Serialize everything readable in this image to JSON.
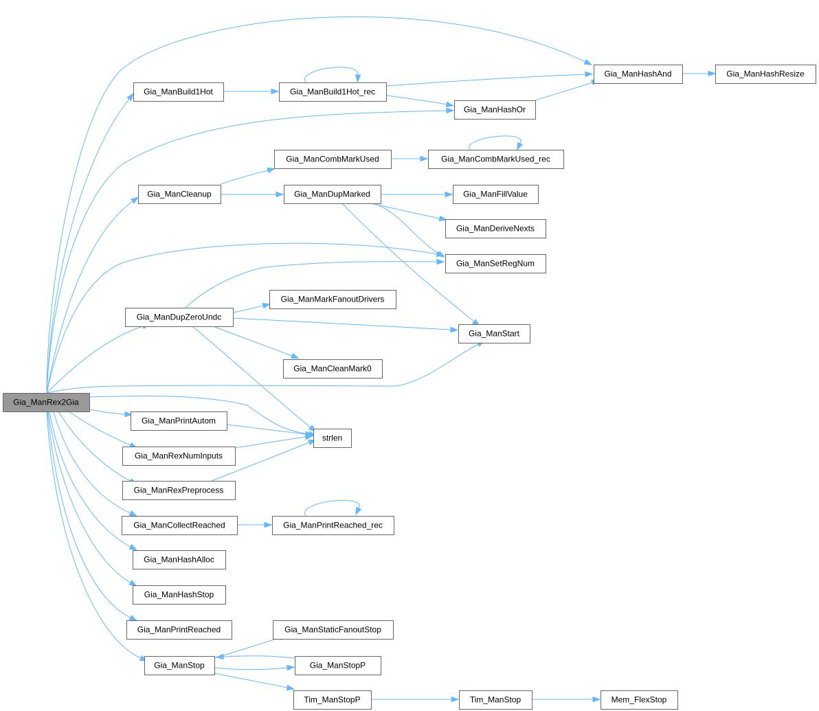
{
  "graph": {
    "accent_color": "#63b8ff",
    "root_fill": "#999999",
    "nodes": {
      "root": "Gia_ManRex2Gia",
      "build1hot": "Gia_ManBuild1Hot",
      "build1hot_rec": "Gia_ManBuild1Hot_rec",
      "hashand": "Gia_ManHashAnd",
      "hashresize": "Gia_ManHashResize",
      "hashor": "Gia_ManHashOr",
      "combmarkused": "Gia_ManCombMarkUsed",
      "combmarkused_rec": "Gia_ManCombMarkUsed_rec",
      "cleanup": "Gia_ManCleanup",
      "dupmarked": "Gia_ManDupMarked",
      "fillvalue": "Gia_ManFillValue",
      "derivenexts": "Gia_ManDeriveNexts",
      "setregnum": "Gia_ManSetRegNum",
      "dupzeroundc": "Gia_ManDupZeroUndc",
      "markfanoutdrivers": "Gia_ManMarkFanoutDrivers",
      "start": "Gia_ManStart",
      "cleanmark0": "Gia_ManCleanMark0",
      "printautom": "Gia_ManPrintAutom",
      "strlen": "strlen",
      "rexnuminputs": "Gia_ManRexNumInputs",
      "rexpreprocess": "Gia_ManRexPreprocess",
      "collectreached": "Gia_ManCollectReached",
      "printreached_rec": "Gia_ManPrintReached_rec",
      "hashalloc": "Gia_ManHashAlloc",
      "hashstop": "Gia_ManHashStop",
      "printreached": "Gia_ManPrintReached",
      "staticfanoutstop": "Gia_ManStaticFanoutStop",
      "stop": "Gia_ManStop",
      "stopp": "Gia_ManStopP",
      "timstopp": "Tim_ManStopP",
      "timstop": "Tim_ManStop",
      "memflexstop": "Mem_FlexStop"
    },
    "edges": [
      [
        "root",
        "hashand"
      ],
      [
        "root",
        "build1hot"
      ],
      [
        "root",
        "hashor"
      ],
      [
        "root",
        "cleanup"
      ],
      [
        "root",
        "setregnum"
      ],
      [
        "root",
        "dupzeroundc"
      ],
      [
        "root",
        "start"
      ],
      [
        "root",
        "strlen"
      ],
      [
        "root",
        "printautom"
      ],
      [
        "root",
        "rexnuminputs"
      ],
      [
        "root",
        "rexpreprocess"
      ],
      [
        "root",
        "collectreached"
      ],
      [
        "root",
        "hashalloc"
      ],
      [
        "root",
        "hashstop"
      ],
      [
        "root",
        "printreached"
      ],
      [
        "root",
        "stop"
      ],
      [
        "build1hot",
        "build1hot_rec"
      ],
      [
        "build1hot_rec",
        "build1hot_rec"
      ],
      [
        "build1hot_rec",
        "hashand"
      ],
      [
        "build1hot_rec",
        "hashor"
      ],
      [
        "hashor",
        "hashand"
      ],
      [
        "hashand",
        "hashresize"
      ],
      [
        "cleanup",
        "combmarkused"
      ],
      [
        "cleanup",
        "dupmarked"
      ],
      [
        "combmarkused",
        "combmarkused_rec"
      ],
      [
        "combmarkused_rec",
        "combmarkused_rec"
      ],
      [
        "dupmarked",
        "fillvalue"
      ],
      [
        "dupmarked",
        "derivenexts"
      ],
      [
        "dupmarked",
        "setregnum"
      ],
      [
        "dupmarked",
        "start"
      ],
      [
        "dupzeroundc",
        "setregnum"
      ],
      [
        "dupzeroundc",
        "markfanoutdrivers"
      ],
      [
        "dupzeroundc",
        "start"
      ],
      [
        "dupzeroundc",
        "cleanmark0"
      ],
      [
        "dupzeroundc",
        "strlen"
      ],
      [
        "printautom",
        "strlen"
      ],
      [
        "rexnuminputs",
        "strlen"
      ],
      [
        "rexpreprocess",
        "strlen"
      ],
      [
        "collectreached",
        "printreached_rec"
      ],
      [
        "printreached_rec",
        "printreached_rec"
      ],
      [
        "stop",
        "staticfanoutstop"
      ],
      [
        "stop",
        "stopp"
      ],
      [
        "stopp",
        "stop"
      ],
      [
        "stop",
        "timstopp"
      ],
      [
        "timstopp",
        "timstop"
      ],
      [
        "timstop",
        "memflexstop"
      ]
    ]
  }
}
